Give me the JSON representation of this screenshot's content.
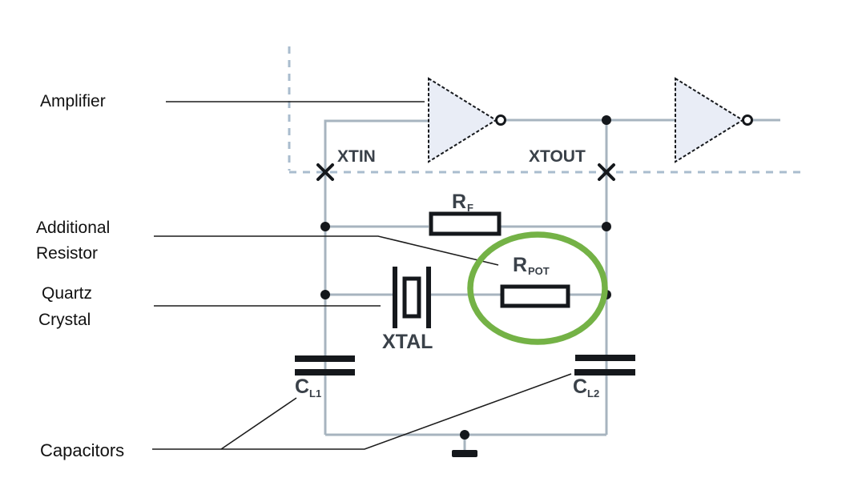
{
  "diagram_title": "Crystal oscillator circuit with highlighted additional resistor",
  "colors": {
    "wire": "#a7b4bf",
    "dashed_guide": "#a9bcce",
    "pointer": "#1c1c1c",
    "component_stroke": "#15181c",
    "amp_fill": "#e9edf6",
    "highlight_green": "#74b246",
    "annotation_text": "#111111",
    "circuit_text": "#3a4149"
  },
  "annotations": {
    "amplifier": "Amplifier",
    "additional_resistor_line1": "Additional",
    "additional_resistor_line2": "Resistor",
    "quartz_crystal_line1": "Quartz",
    "quartz_crystal_line2": "Crystal",
    "capacitors": "Capacitors"
  },
  "components": {
    "xtin": "XTIN",
    "xtout": "XTOUT",
    "xtal": "XTAL",
    "rf": {
      "main": "R",
      "sub": "F"
    },
    "rpot": {
      "main": "R",
      "sub": "POT"
    },
    "cl1": {
      "main": "C",
      "sub": "L1"
    },
    "cl2": {
      "main": "C",
      "sub": "L2"
    }
  }
}
